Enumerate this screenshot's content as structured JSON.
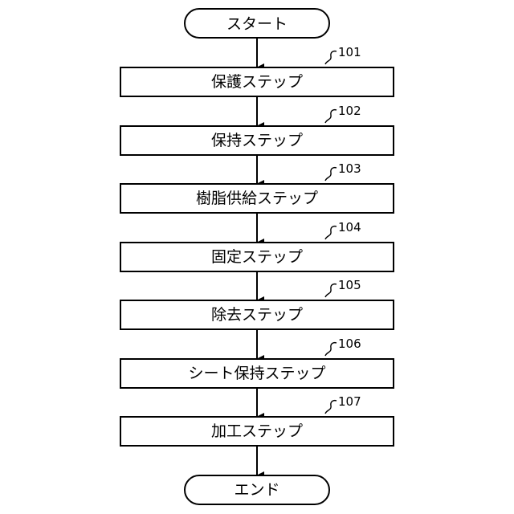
{
  "diagram": {
    "start_label": "スタート",
    "end_label": "エンド",
    "steps": [
      {
        "label": "保護ステップ",
        "ref": "101"
      },
      {
        "label": "保持ステップ",
        "ref": "102"
      },
      {
        "label": "樹脂供給ステップ",
        "ref": "103"
      },
      {
        "label": "固定ステップ",
        "ref": "104"
      },
      {
        "label": "除去ステップ",
        "ref": "105"
      },
      {
        "label": "シート保持ステップ",
        "ref": "106"
      },
      {
        "label": "加工ステップ",
        "ref": "107"
      }
    ]
  }
}
